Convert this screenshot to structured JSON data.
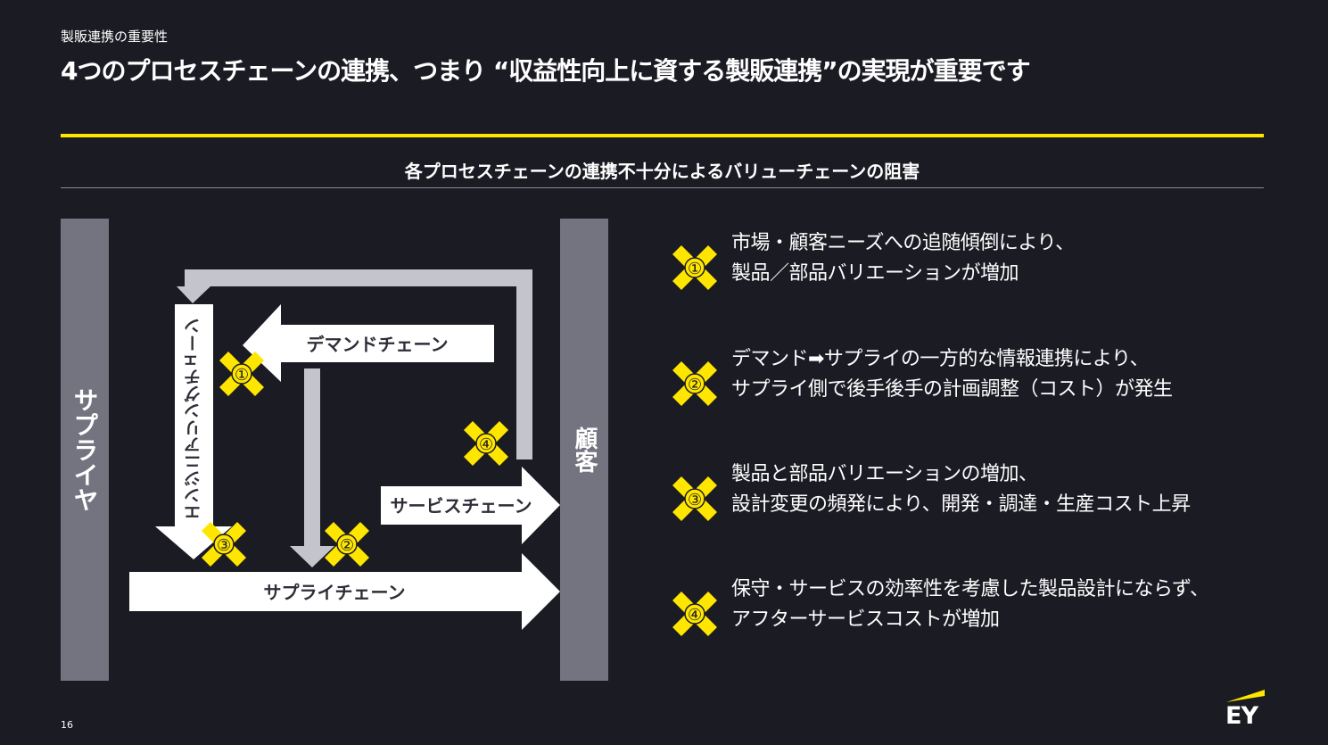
{
  "header": {
    "breadcrumb": "製販連携の重要性",
    "title": "4つのプロセスチェーンの連携、つまり “収益性向上に資する製販連携”の実現が重要です"
  },
  "section": {
    "subtitle": "各プロセスチェーンの連携不十分によるバリューチェーンの阻害"
  },
  "diagram": {
    "supplier": "サプライヤ",
    "customer": "顧客",
    "engineering": "エンジニアリングチェーン",
    "demand": "デマンドチェーン",
    "service": "サービスチェーン",
    "supply": "サプライチェーン",
    "marks": [
      "①",
      "②",
      "③",
      "④"
    ]
  },
  "issues": [
    {
      "mark": "①",
      "line1": "市場・顧客ニーズへの追随傾倒により、",
      "line2": "製品／部品バリエーションが増加"
    },
    {
      "mark": "②",
      "line1": "デマンド➡サプライの一方的な情報連携により、",
      "line2": "サプライ側で後手後手の計画調整（コスト）が発生"
    },
    {
      "mark": "③",
      "line1": "製品と部品バリエーションの増加、",
      "line2": "設計変更の頻発により、開発・調達・生産コスト上昇"
    },
    {
      "mark": "④",
      "line1": "保守・サービスの効率性を考慮した製品設計にならず、",
      "line2": "アフターサービスコストが増加"
    }
  ],
  "footer": {
    "page": "16",
    "logo": "EY"
  },
  "colors": {
    "accent": "#ffe600",
    "background": "#1b1b24",
    "bar": "#747480",
    "light": "#c4c4cd"
  }
}
